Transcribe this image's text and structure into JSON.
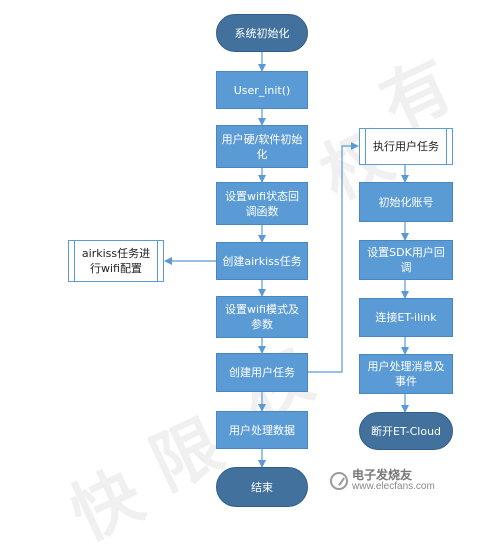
{
  "flowchart": {
    "start": "系统初始化",
    "user_init": "User_init()",
    "hw_sw_init": "用户硬/软件初始化",
    "wifi_callback": "设置wifi状态回调函数",
    "create_airkiss": "创建airkiss任务",
    "airkiss_note": "airkiss任务进行wifi配置",
    "wifi_mode": "设置wifi模式及参数",
    "create_user_task": "创建用户任务",
    "user_data": "用户处理数据",
    "end": "结束",
    "exec_user_task": "执行用户任务",
    "init_account": "初始化账号",
    "sdk_callback": "设置SDK用户回调",
    "connect_ilink": "连接ET-ilink",
    "process_msg": "用户处理消息及事件",
    "disconnect_cloud": "断开ET-Cloud"
  },
  "watermark": {
    "logo_cn": "电子发烧友",
    "logo_en": "www.elecfans.com"
  },
  "colors": {
    "process_fill": "#5b9bd5",
    "terminal_fill": "#41719c",
    "connector": "#5b9bd5"
  }
}
